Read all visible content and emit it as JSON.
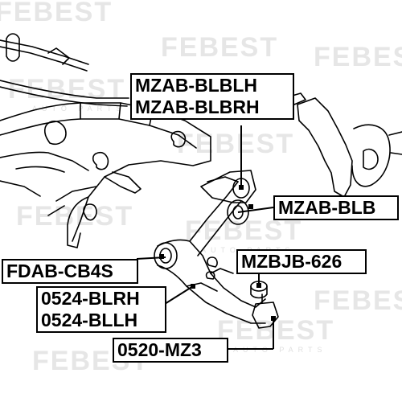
{
  "watermark": {
    "brand": "FEBEST",
    "tagline": "AUTO PARTS"
  },
  "labels": {
    "upper_bushing": [
      "MZAB-BLBLH",
      "MZAB-BLBRH"
    ],
    "rear_bushing": "MZAB-BLB",
    "ball_joint_boot": "MZBJB-626",
    "front_bushing": "FDAB-CB4S",
    "control_arm": [
      "0524-BLRH",
      "0524-BLLH"
    ],
    "ball_joint": "0520-MZ3"
  },
  "colors": {
    "line": "#000000",
    "watermark": "#e6e6e6",
    "label_bg": "#ffffff"
  }
}
